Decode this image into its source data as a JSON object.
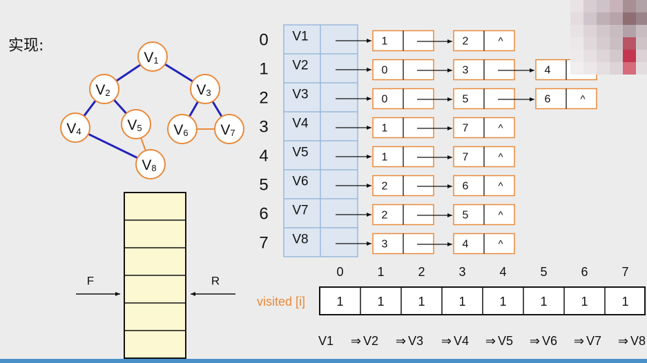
{
  "slide": {
    "title": "实现:",
    "accent_orange": "#e8893a",
    "edge_blue": "#2222bb",
    "index_blue": "#9ab8da",
    "index_fill": "#dde6f1",
    "queue_fill": "#fbf8d2"
  },
  "graph": {
    "vertices": [
      {
        "id": "v1",
        "base": "V",
        "sub": "1"
      },
      {
        "id": "v2",
        "base": "V",
        "sub": "2"
      },
      {
        "id": "v3",
        "base": "V",
        "sub": "3"
      },
      {
        "id": "v4",
        "base": "V",
        "sub": "4"
      },
      {
        "id": "v5",
        "base": "V",
        "sub": "5"
      },
      {
        "id": "v6",
        "base": "V",
        "sub": "6"
      },
      {
        "id": "v7",
        "base": "V",
        "sub": "7"
      },
      {
        "id": "v8",
        "base": "V",
        "sub": "8"
      }
    ],
    "edges": [
      {
        "from": "v1",
        "to": "v2",
        "style": "traversed"
      },
      {
        "from": "v1",
        "to": "v3",
        "style": "traversed"
      },
      {
        "from": "v2",
        "to": "v4",
        "style": "traversed"
      },
      {
        "from": "v2",
        "to": "v5",
        "style": "traversed"
      },
      {
        "from": "v3",
        "to": "v6",
        "style": "traversed"
      },
      {
        "from": "v3",
        "to": "v7",
        "style": "traversed"
      },
      {
        "from": "v4",
        "to": "v8",
        "style": "traversed"
      },
      {
        "from": "v5",
        "to": "v8",
        "style": "plain"
      },
      {
        "from": "v6",
        "to": "v7",
        "style": "plain"
      }
    ]
  },
  "queue": {
    "front_label": "F",
    "rear_label": "R",
    "cell_count": 6
  },
  "adjacency_list": [
    {
      "index": "0",
      "vertex": "V1",
      "nodes": [
        "1",
        "2"
      ]
    },
    {
      "index": "1",
      "vertex": "V2",
      "nodes": [
        "0",
        "3",
        "4"
      ]
    },
    {
      "index": "2",
      "vertex": "V3",
      "nodes": [
        "0",
        "5",
        "6"
      ]
    },
    {
      "index": "3",
      "vertex": "V4",
      "nodes": [
        "1",
        "7"
      ]
    },
    {
      "index": "4",
      "vertex": "V5",
      "nodes": [
        "1",
        "7"
      ]
    },
    {
      "index": "5",
      "vertex": "V6",
      "nodes": [
        "2",
        "6"
      ]
    },
    {
      "index": "6",
      "vertex": "V7",
      "nodes": [
        "2",
        "5"
      ]
    },
    {
      "index": "7",
      "vertex": "V8",
      "nodes": [
        "3",
        "4"
      ]
    }
  ],
  "null_symbol": "^",
  "visited": {
    "label": "visited [i]",
    "indices": [
      "0",
      "1",
      "2",
      "3",
      "4",
      "5",
      "6",
      "7"
    ],
    "values": [
      "1",
      "1",
      "1",
      "1",
      "1",
      "1",
      "1",
      "1"
    ]
  },
  "traversal": {
    "arrow": "⇒",
    "sequence": [
      "V1",
      "V2",
      "V3",
      "V4",
      "V5",
      "V6",
      "V7",
      "V8"
    ]
  }
}
